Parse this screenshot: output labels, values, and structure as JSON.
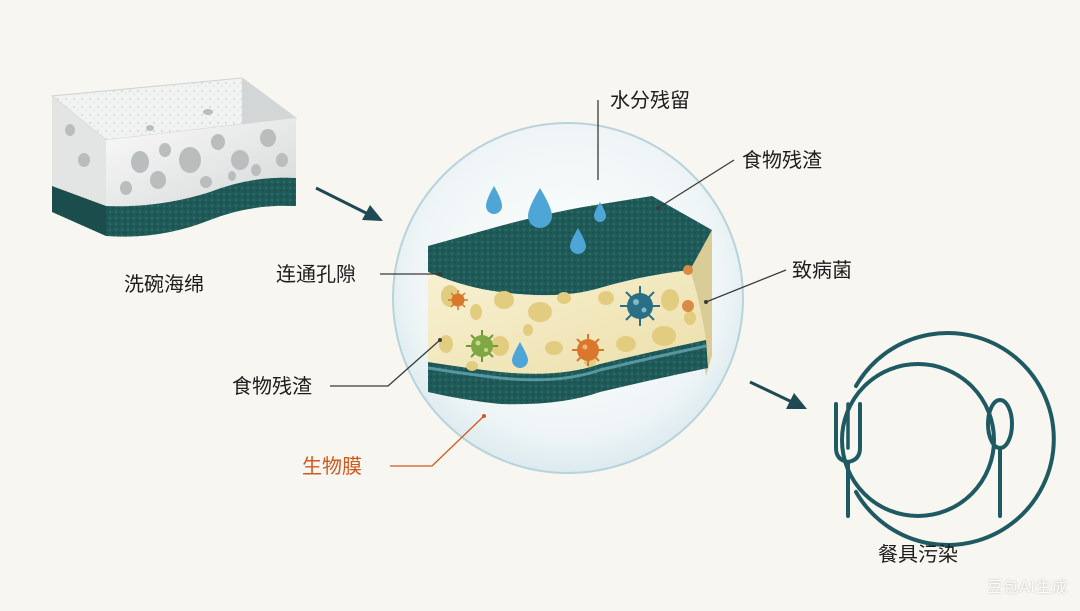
{
  "labels": {
    "sponge": "洗碗海绵",
    "water": "水分残留",
    "food_top": "食物残渣",
    "pores": "连通孔隙",
    "pathogens": "致病菌",
    "food_left": "食物残渣",
    "biofilm": "生物膜",
    "tableware": "餐具污染"
  },
  "watermark": "豆包AI生成",
  "colors": {
    "scrub_green": "#1f5a58",
    "foam_cream": "#f4ecc8",
    "pore_tan": "#e6d18a",
    "arrow": "#1f4a55",
    "plate": "#1f5a63",
    "biofilm_text": "#cf5a1e",
    "germ_blue": "#2a6f86",
    "germ_orange": "#d9782c",
    "germ_green": "#6e9a3a",
    "water": "#4ea6d6"
  }
}
